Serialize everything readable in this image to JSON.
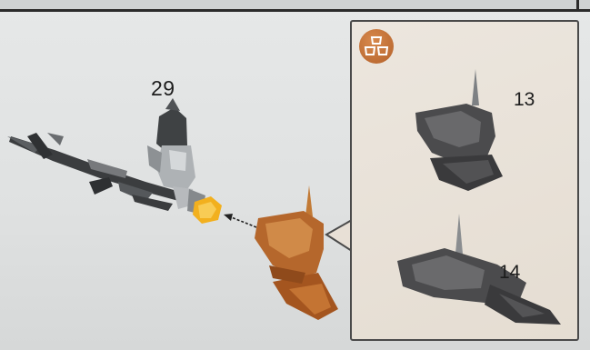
{
  "step": {
    "number": "29"
  },
  "callout": {
    "parts": [
      {
        "quantity": "13",
        "color": "dark-gray"
      },
      {
        "quantity": "14",
        "color": "dark-gray"
      }
    ],
    "icon": "parts-subassembly-icon"
  },
  "colors": {
    "page": "#e1e3e3",
    "callout_bg": "#e8e0d6",
    "bronze": "#b5672c",
    "dark_part": "#4b4b4d",
    "accent_yellow": "#f2b01e"
  }
}
